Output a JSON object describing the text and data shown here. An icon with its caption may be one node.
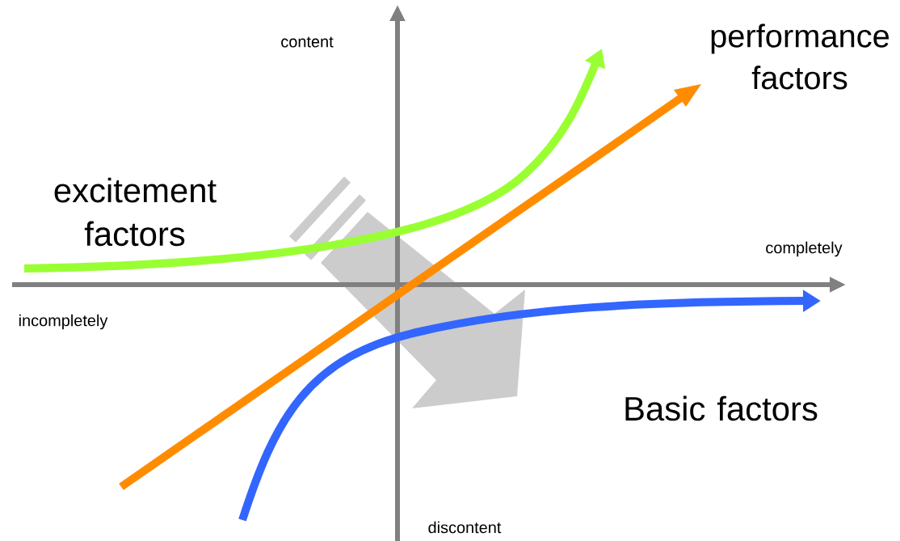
{
  "diagram": {
    "labels": [
      "content",
      "performance factors",
      "excitement factors",
      "completely",
      "incompletely",
      "Basic factors",
      "discontent"
    ]
  }
}
